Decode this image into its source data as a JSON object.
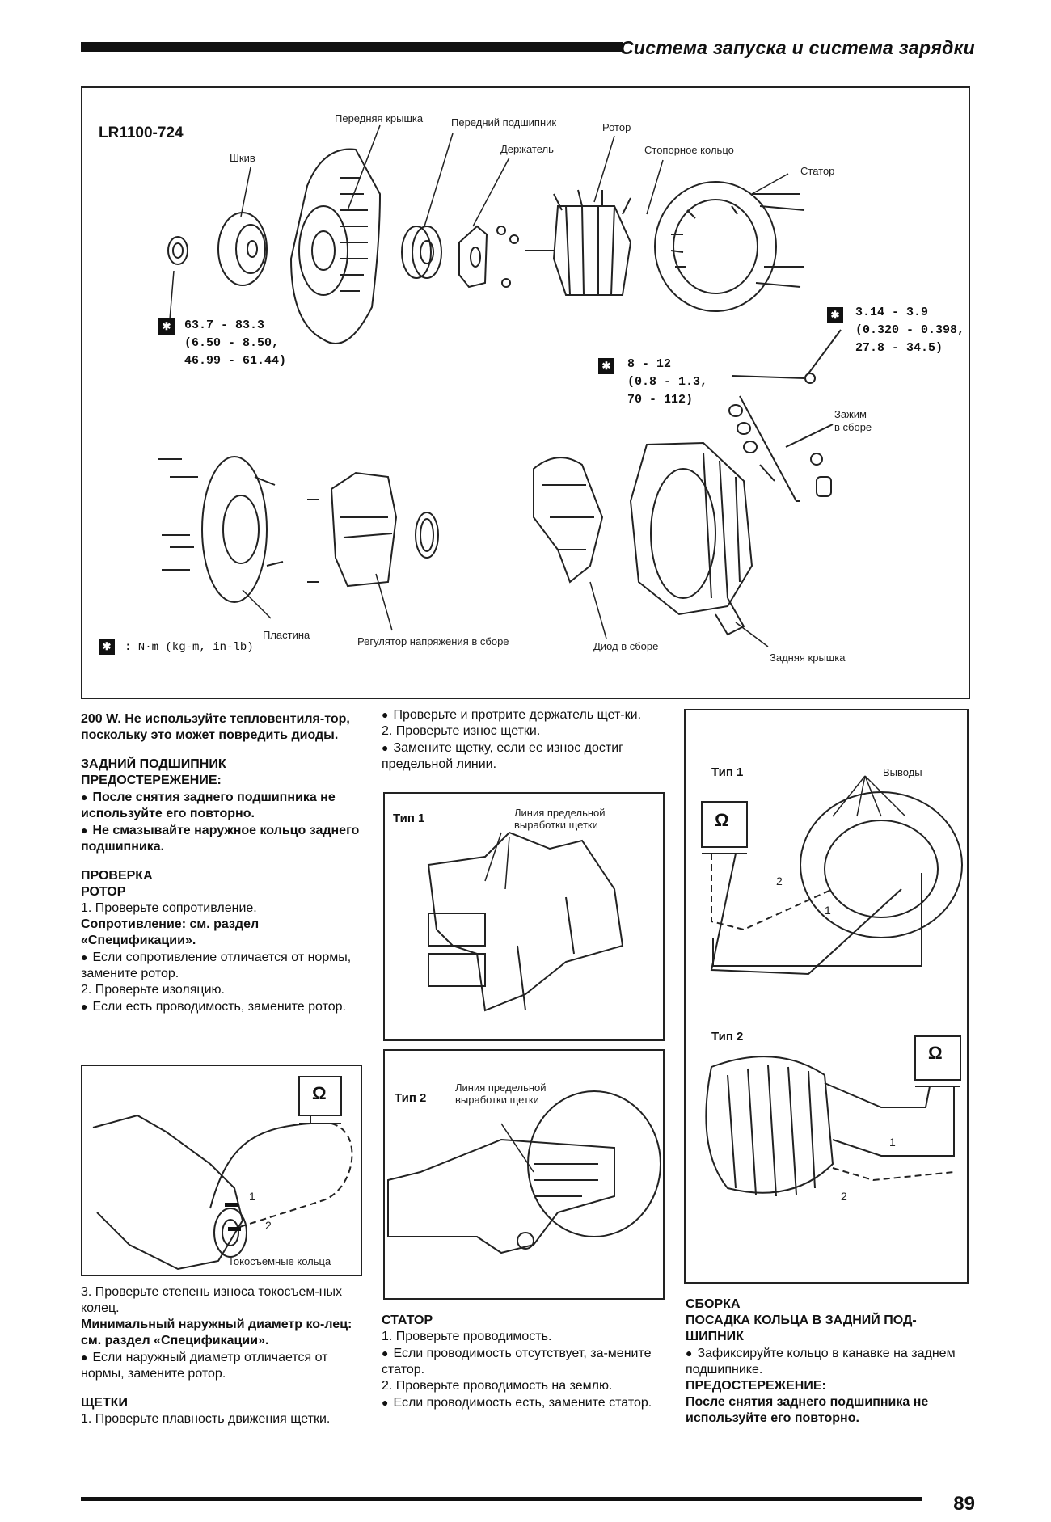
{
  "header": {
    "title": "Система запуска и система зарядки"
  },
  "main_figure": {
    "model": "LR1100-724",
    "labels": {
      "front_cover": "Передняя крышка",
      "front_bearing": "Передний подшипник",
      "rotor": "Ротор",
      "pulley": "Шкив",
      "holder": "Держатель",
      "retainer_ring": "Стопорное кольцо",
      "stator": "Статор",
      "terminal_assembly": "Зажим\nв сборе",
      "plate": "Пластина",
      "regulator": "Регулятор напряжения в сборе",
      "diode": "Диод в сборе",
      "rear_cover": "Задняя крышка"
    },
    "torques": {
      "pulley_nut": "63.7 - 83.3\n(6.50 - 8.50,\n46.99 - 61.44)",
      "through_bolt": "3.14 - 3.9\n(0.320 - 0.398,\n27.8 - 34.5)",
      "terminal_nut": "8 - 12\n(0.8 - 1.3,\n70 - 112)"
    },
    "units_legend": ": N·m (kg-m, in-lb)"
  },
  "col1": {
    "p1": "200 W. Не используйте тепловентиля-тор, поскольку это может повредить диоды.",
    "rear_bearing_heading": "ЗАДНИЙ ПОДШИПНИК",
    "caution1": "ПРЕДОСТЕРЕЖЕНИЕ:",
    "c1_b1": "После снятия заднего подшипника не используйте его повторно.",
    "c1_b2": "Не смазывайте наружное кольцо заднего подшипника.",
    "inspection_heading": "ПРОВЕРКА",
    "rotor_heading": "РОТОР",
    "r_step1": "1. Проверьте сопротивление.",
    "r_spec": "Сопротивление: см. раздел «Спецификации».",
    "r_b1": "Если сопротивление отличается от нормы, замените ротор.",
    "r_step2": "2. Проверьте изоляцию.",
    "r_b2": "Если есть проводимость, замените ротор.",
    "fig_rotor_label": "Токосъемные кольца",
    "fig_rotor_lead1": "1",
    "fig_rotor_lead2": "2",
    "r_step3": "3. Проверьте степень износа токосъем-ных колец.",
    "r_min": "Минимальный наружный диаметр ко-лец: см. раздел «Спецификации».",
    "r_b3": "Если наружный диаметр отличается от нормы, замените ротор.",
    "brushes_heading": "ЩЕТКИ",
    "b_step1": "1. Проверьте плавность движения щетки."
  },
  "col2": {
    "b_b1": "Проверьте и протрите держатель щет-ки.",
    "b_step2": "2. Проверьте износ щетки.",
    "b_b2": "Замените щетку, если ее износ достиг предельной линии.",
    "type1": "Тип 1",
    "limit_line1": "Линия предельной\nвыработки щетки",
    "type2": "Тип 2",
    "limit_line2": "Линия предельной\nвыработки щетки",
    "stator_heading": "СТАТОР",
    "s_step1": "1. Проверьте проводимость.",
    "s_b1": "Если проводимость отсутствует, за-мените статор.",
    "s_step2": "2. Проверьте проводимость на землю.",
    "s_b2": "Если проводимость есть, замените статор."
  },
  "col3": {
    "type1": "Тип 1",
    "leads": "Выводы",
    "type2": "Тип 2",
    "lead1": "1",
    "lead2": "2",
    "ohm": "Ω",
    "assembly_heading": "СБОРКА",
    "ring_heading": "ПОСАДКА КОЛЬЦА В ЗАДНИЙ ПОД-ШИПНИК",
    "a_b1": "Зафиксируйте кольцо в канавке на заднем подшипнике.",
    "caution": "ПРЕДОСТЕРЕЖЕНИЕ:",
    "caution_text": "После снятия заднего подшипника не используйте его повторно."
  },
  "footer": {
    "page_number": "89"
  }
}
